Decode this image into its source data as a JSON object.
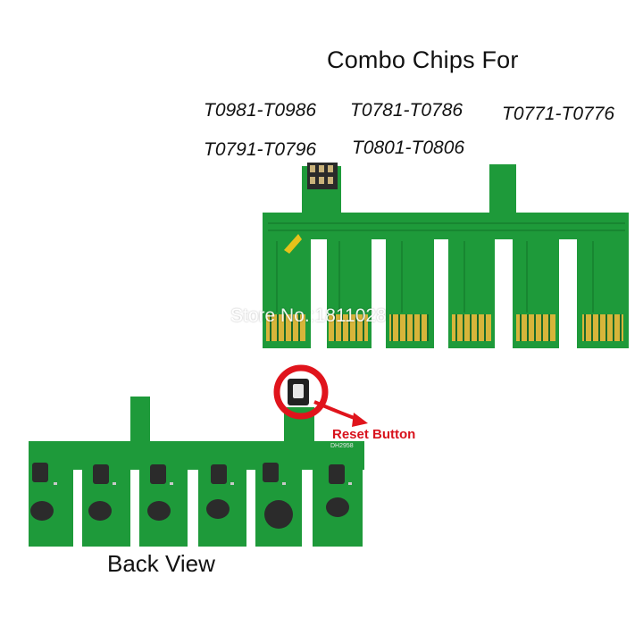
{
  "title": "Combo Chips  For",
  "models": [
    "T0981-T0986",
    "T0781-T0786",
    "T0771-T0776",
    "T0791-T0796",
    "T0801-T0806"
  ],
  "watermark": "Store No.:1811028",
  "reset_label": "Reset Button",
  "back_label": "Back View",
  "pcb_marking": "DH2958",
  "colors": {
    "pcb": "#1e9a3a",
    "pcb_dark": "#157a2c",
    "gold": "#d7b53a",
    "red": "#e0141c",
    "component": "#2b2b2b"
  }
}
